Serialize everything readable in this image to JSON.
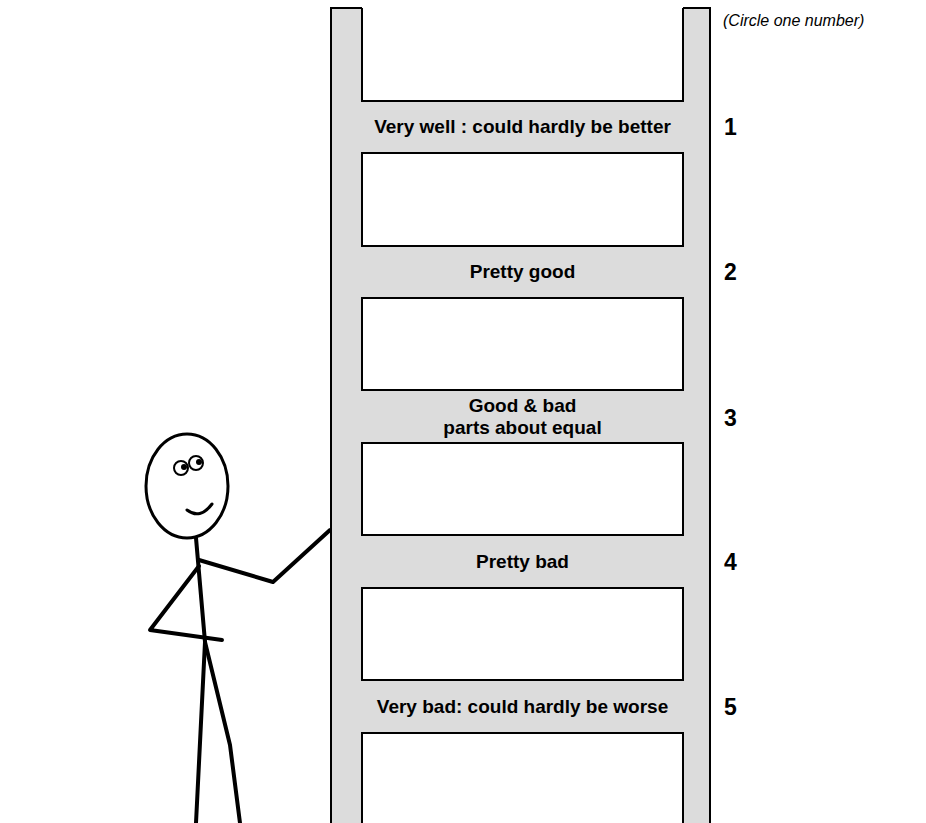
{
  "diagram": {
    "nodes": [
      {
        "text": [
          "Very well : could hardly be better"
        ]
      },
      {
        "text": [
          "Pretty good"
        ]
      },
      {
        "text": [
          "Good & bad parts about equal"
        ]
      },
      {
        "text": [
          "Pretty bad"
        ]
      },
      {
        "text": [
          "Very bad: could hardly be worse"
        ]
      }
    ],
    "labels": [
      "(Circle one number)",
      "1",
      "2",
      "3",
      "4",
      "5"
    ]
  }
}
